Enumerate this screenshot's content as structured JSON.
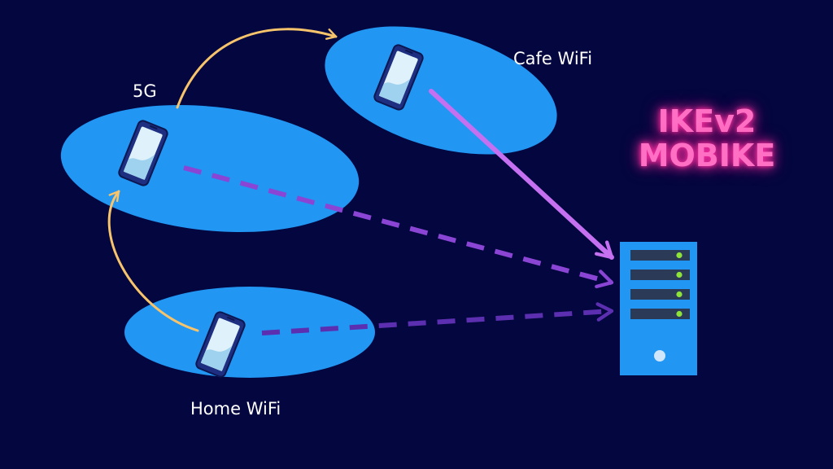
{
  "networks": {
    "five_g": {
      "label": "5G"
    },
    "cafe_wifi": {
      "label": "Cafe WiFi"
    },
    "home_wifi": {
      "label": "Home WiFi"
    }
  },
  "title": {
    "line1": "IKEv2",
    "line2": "MOBIKE"
  },
  "colors": {
    "background": "#03063f",
    "network_ellipse": "#2196f3",
    "roaming_arrow": "#f7c46c",
    "active_tunnel": "#c470f0",
    "inactive_tunnel": "#8b45d4",
    "server": "#2196f3",
    "title_neon": "#ff6fc4"
  },
  "icons": {
    "phone": "smartphone-icon",
    "server": "server-rack-icon"
  }
}
